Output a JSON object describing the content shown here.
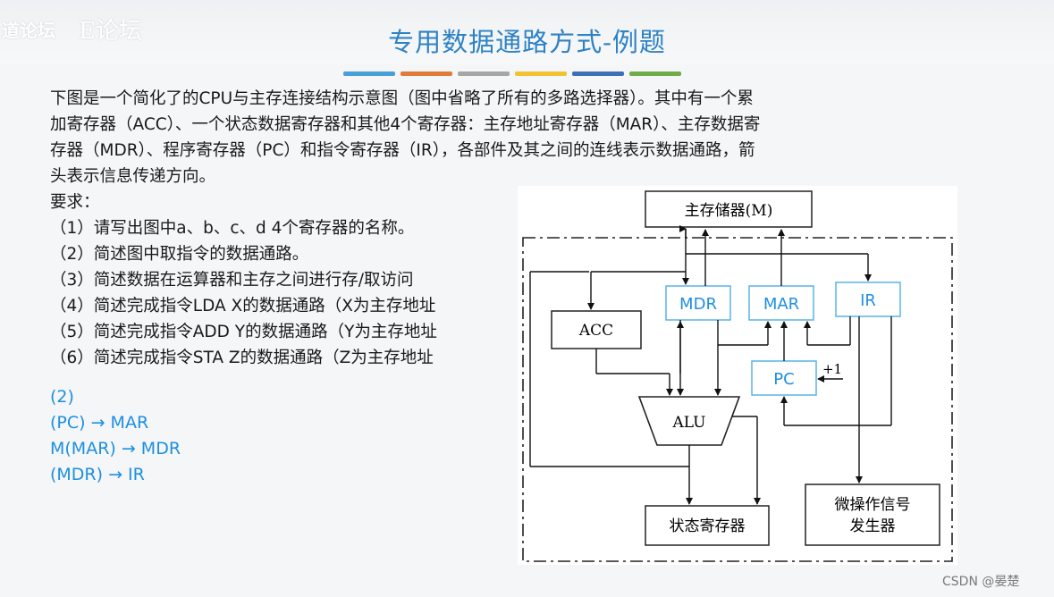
{
  "watermark": {
    "forum": "道论坛",
    "faint": "E论坛"
  },
  "slide": {
    "title": "专用数据通路方式-例题",
    "accent_bars": [
      "#4a9fd8",
      "#e07b39",
      "#a6a6a6",
      "#f2c230",
      "#3f6fb8",
      "#70ad47"
    ]
  },
  "problem": {
    "lines": [
      "下图是一个简化了的CPU与主存连接结构示意图（图中省略了所有的多路选择器）。其中有一个累",
      "加寄存器（ACC）、一个状态数据寄存器和其他4个寄存器：主存地址寄存器（MAR）、主存数据寄",
      "存器（MDR）、程序寄存器（PC）和指令寄存器（IR），各部件及其之间的连线表示数据通路，箭",
      "头表示信息传递方向。",
      "要求："
    ],
    "questions": [
      "（1）请写出图中a、b、c、d 4个寄存器的名称。",
      "（2）简述图中取指令的数据通路。",
      "（3）简述数据在运算器和主存之间进行存/取访问",
      "（4）简述完成指令LDA X的数据通路（X为主存地址",
      "（5）简述完成指令ADD Y的数据通路（Y为主存地址",
      "（6）简述完成指令STA Z的数据通路（Z为主存地址"
    ]
  },
  "answer": {
    "lines": [
      "(2)",
      "(PC) → MAR",
      "M(MAR) → MDR",
      "(MDR) → IR"
    ]
  },
  "diagram": {
    "memory": "主存储器(M)",
    "mdr": "MDR",
    "mar": "MAR",
    "ir": "IR",
    "acc": "ACC",
    "pc": "PC",
    "plus_one": "+1",
    "alu": "ALU",
    "status": "状态寄存器",
    "micro_line1": "微操作信号",
    "micro_line2": "发生器",
    "label_color": "#1e8fe0"
  },
  "footer": {
    "credit": "CSDN @晏楚"
  }
}
